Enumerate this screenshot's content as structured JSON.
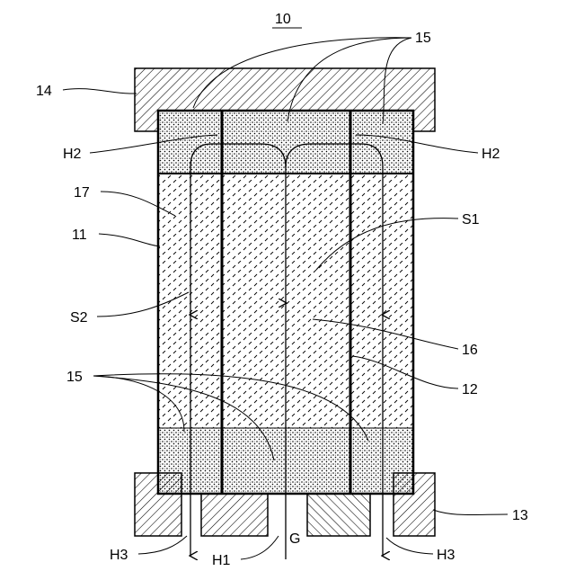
{
  "figure": {
    "title": "10",
    "labels": {
      "l14": "14",
      "l15_top": "15",
      "h2_left": "H2",
      "h2_right": "H2",
      "l17": "17",
      "l11": "11",
      "s1": "S1",
      "s2": "S2",
      "l16": "16",
      "l15_bottom": "15",
      "l12": "12",
      "l13": "13",
      "h3_left": "H3",
      "h1": "H1",
      "g": "G",
      "h3_right": "H3"
    }
  }
}
